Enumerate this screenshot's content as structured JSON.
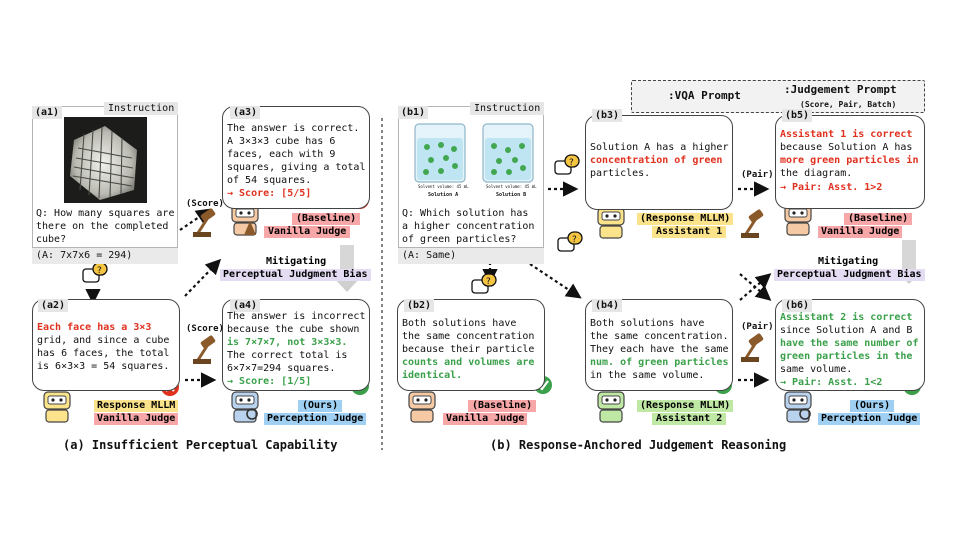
{
  "legend": {
    "vqa_prompt": ":VQA Prompt",
    "judgement_prompt": ":Judgement Prompt",
    "judgement_types": "(Score, Pair, Batch)"
  },
  "part_a": {
    "caption": "(a) Insufficient Perceptual Capability",
    "a1": {
      "tag": "(a1)",
      "instruction": "Instruction",
      "question": [
        "Q: How many squares are",
        "there on the completed",
        "cube?"
      ],
      "answer": "(A: 7x7x6 = 294)"
    },
    "a2": {
      "tag": "(a2)",
      "lines": [
        "Each face has a 3×3",
        "grid, and since a cube",
        "has 6 faces, the total",
        "is 6×3×3 = 54 squares."
      ],
      "role_top": "Response MLLM",
      "role_bottom": "Vanilla Judge"
    },
    "a3": {
      "tag": "(a3)",
      "lines": [
        "The answer is correct.",
        "A 3×3×3 cube has 6",
        "faces, each with 9",
        "squares, giving a total",
        "of 54 squares."
      ],
      "score": "→ Score: [5/5]",
      "role_top": "(Baseline)",
      "role_bottom": "Vanilla Judge",
      "edge_label": "(Score)"
    },
    "a4": {
      "tag": "(a4)",
      "lines": [
        "The answer is incorrect",
        "because the cube shown",
        "is 7×7×7, not 3×3×3.",
        "The correct total is",
        "6×7×7=294 squares."
      ],
      "score": "→ Score: [1/5]",
      "role_top": "(Ours)",
      "role_bottom": "Perception Judge",
      "edge_label": "(Score)"
    },
    "mitigating": [
      "Mitigating",
      "Perceptual Judgment Bias"
    ]
  },
  "part_b": {
    "caption": "(b) Response-Anchored Judgement Reasoning",
    "b1": {
      "tag": "(b1)",
      "instruction": "Instruction",
      "beaker_caption": "Solvent volume: 45 mL",
      "solution_a": "Solution A",
      "solution_b": "Solution B",
      "question": [
        "Q: Which solution has",
        "a higher concentration",
        "of green particles?"
      ],
      "answer": "(A: Same)"
    },
    "b2": {
      "tag": "(b2)",
      "lines": [
        "Both solutions have",
        "the same concentration",
        "because their particle",
        "counts and volumes are",
        "identical."
      ],
      "role_top": "(Baseline)",
      "role_bottom": "Vanilla Judge"
    },
    "b3": {
      "tag": "(b3)",
      "lines": [
        "Solution A has a higher",
        "concentration of green",
        "particles."
      ],
      "role_top": "(Response MLLM)",
      "role_bottom": "Assistant 1"
    },
    "b4": {
      "tag": "(b4)",
      "lines": [
        "Both solutions have",
        "the same concentration.",
        "They each have the same",
        "num. of green particles",
        "in the same volume."
      ],
      "role_top": "(Response MLLM)",
      "role_bottom": "Assistant 2"
    },
    "b5": {
      "tag": "(b5)",
      "lines": [
        "Assistant 1 is correct",
        "because Solution A has",
        "more green particles in",
        "the diagram."
      ],
      "pair": "→ Pair: Asst. 1>2",
      "role_top": "(Baseline)",
      "role_bottom": "Vanilla Judge",
      "edge_label": "(Pair)"
    },
    "b6": {
      "tag": "(b6)",
      "lines": [
        "Assistant 2 is correct",
        "since Solution A and B",
        "have the same number of",
        "green particles in the",
        "same volume."
      ],
      "pair": "→ Pair: Asst. 1<2",
      "role_top": "(Ours)",
      "role_bottom": "Perception Judge",
      "edge_label": "(Pair)"
    },
    "mitigating": [
      "Mitigating",
      "Perceptual Judgment Bias"
    ]
  },
  "colors": {
    "red": "#e0301e",
    "green": "#3aa04a",
    "role_red": "#f7a7a7",
    "role_yellow": "#fbe38b",
    "role_blue": "#9fd0f3",
    "role_green": "#bfe8a5",
    "mitigating_bg": "#e4dcf3"
  }
}
